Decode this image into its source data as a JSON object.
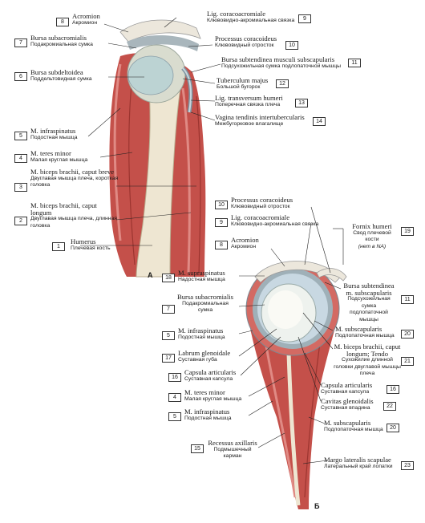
{
  "figures": {
    "a": "А",
    "b": "Б"
  },
  "colors": {
    "muscle": "#c4504a",
    "muscle_light": "#e08a84",
    "bone": "#eee6d2",
    "cartilage": "#bcd3d3",
    "capsule": "#8a9ea8",
    "line": "#222222"
  },
  "labels_a": [
    {
      "num": "8",
      "lat": "Acromion",
      "ru": "Акромион"
    },
    {
      "num": "9",
      "lat": "Lig. coracoacromiale",
      "ru": "Клювовидно-акромиальная связка"
    },
    {
      "num": "7",
      "lat": "Bursa subacromialis",
      "ru": "Подакромиальная сумка"
    },
    {
      "num": "10",
      "lat": "Processus coracoideus",
      "ru": "Клювовидный отросток"
    },
    {
      "num": "11",
      "lat": "Bursa subtendinea musculi subscapularis",
      "ru": "Подсухожильная сумка подлопаточной мышцы"
    },
    {
      "num": "6",
      "lat": "Bursa subdeltoidea",
      "ru": "Поддельтовидная сумка"
    },
    {
      "num": "12",
      "lat": "Tuberculum majus",
      "ru": "Большой бугорок"
    },
    {
      "num": "13",
      "lat": "Lig. transversum humeri",
      "ru": "Поперечная связка плеча"
    },
    {
      "num": "14",
      "lat": "Vagina tendinis intertubercularis",
      "ru": "Межбугорковое влагалище"
    },
    {
      "num": "5",
      "lat": "M. infraspinatus",
      "ru": "Подостная мышца"
    },
    {
      "num": "4",
      "lat": "M. teres minor",
      "ru": "Малая круглая мышца"
    },
    {
      "num": "3",
      "lat": "M. biceps brachii, caput breve",
      "ru": "Двуглавая мышца плеча, короткая головка"
    },
    {
      "num": "2",
      "lat": "M. biceps brachii, caput longum",
      "ru": "Двуглавая мышца плеча, длинная головка"
    },
    {
      "num": "1",
      "lat": "Humerus",
      "ru": "Плечевая кость"
    }
  ],
  "labels_b": [
    {
      "num": "10",
      "lat": "Processus coracoideus",
      "ru": "Клювовидный отросток"
    },
    {
      "num": "9",
      "lat": "Lig. coracoacromiale",
      "ru": "Клювовидно-акромиальная связка"
    },
    {
      "num": "19",
      "lat": "Fornix humeri",
      "ru": "Свод плечевой кости",
      "note": "(нет в NA)"
    },
    {
      "num": "8",
      "lat": "Acromion",
      "ru": "Акромион"
    },
    {
      "num": "18",
      "lat": "M. supraspinatus",
      "ru": "Надостная мышца"
    },
    {
      "num": "11",
      "lat": "Bursa subtendinea m. subscapularis",
      "ru": "Подсухожильная сумка подлопаточной мышцы"
    },
    {
      "num": "7",
      "lat": "Bursa subacromialis",
      "ru": "Подакромиальная сумка"
    },
    {
      "num": "5",
      "lat": "M. infraspinatus",
      "ru": "Подостная мышца"
    },
    {
      "num": "20",
      "lat": "M. subscapularis",
      "ru": "Подлопаточная мышца"
    },
    {
      "num": "17",
      "lat": "Labrum glenoidale",
      "ru": "Суставная губа"
    },
    {
      "num": "21",
      "lat": "M. biceps brachii, caput longum; Tendo",
      "ru": "Сухожилие длинной головки двуглавой мышцы плеча"
    },
    {
      "num": "16",
      "lat": "Capsula articularis",
      "ru": "Суставная капсула"
    },
    {
      "num": "16",
      "lat": "Capsula articularis",
      "ru": "Суставная капсула"
    },
    {
      "num": "22",
      "lat": "Cavitas glenoidalis",
      "ru": "Суставная впадина"
    },
    {
      "num": "4",
      "lat": "M. teres minor",
      "ru": "Малая круглая мышца"
    },
    {
      "num": "5",
      "lat": "M. infraspinatus",
      "ru": "Подостная мышца"
    },
    {
      "num": "20",
      "lat": "M. subscapularis",
      "ru": "Подлопаточная мышца"
    },
    {
      "num": "15",
      "lat": "Recessus axillaris",
      "ru": "Подмышечный карман"
    },
    {
      "num": "23",
      "lat": "Margo lateralis scapulae",
      "ru": "Латеральный край лопатки"
    }
  ]
}
